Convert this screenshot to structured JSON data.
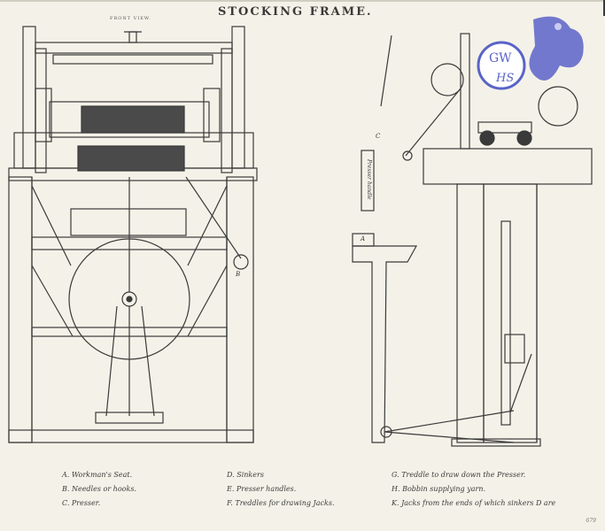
{
  "title": "STOCKING FRAME.",
  "front_view_label": "FRONT VIEW.",
  "legend": {
    "col1": [
      "A. Workman's Seat.",
      "B. Needles or hooks.",
      "C. Presser."
    ],
    "col2": [
      "D. Sinkers",
      "E. Presser handles.",
      "F. Treddles for drawing Jacks."
    ],
    "col3": [
      "G. Treddle to draw down the Presser.",
      "H. Bobbin supplying yarn.",
      "K. Jacks from the ends of which sinkers D are"
    ]
  },
  "side_view_labels": {
    "a": "A",
    "handle_text": "Presser handle",
    "c": "C",
    "b": "B"
  },
  "watermark": {
    "text_top": "GW",
    "text_bottom": "HS",
    "colors": {
      "fill": "#5a63c8",
      "light": "#c9ccf0"
    }
  },
  "plate_number": "679",
  "colors": {
    "paper": "#f4f2e8",
    "ink": "#3a3a3a"
  }
}
